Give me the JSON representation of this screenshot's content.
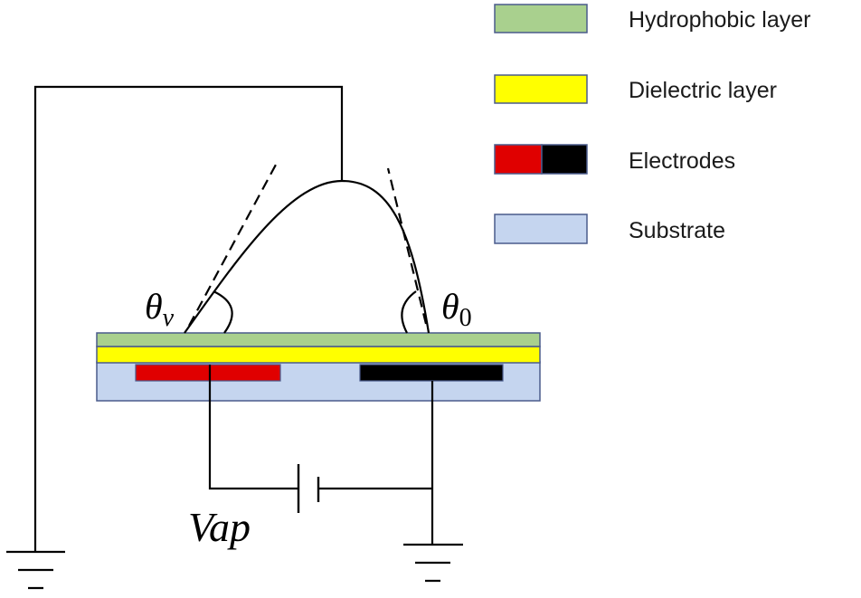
{
  "legend": {
    "items": [
      {
        "label": "Hydrophobic layer",
        "swatch": [
          "#a9d08e"
        ]
      },
      {
        "label": "Dielectric layer",
        "swatch": [
          "#ffff00"
        ]
      },
      {
        "label": "Electrodes",
        "swatch": [
          "#e00000",
          "#000000"
        ]
      },
      {
        "label": "Substrate",
        "swatch": [
          "#c5d5ef"
        ]
      }
    ]
  },
  "labels": {
    "theta_v_main": "θ",
    "theta_v_sub": "v",
    "theta_0_main": "θ",
    "theta_0_sub": "0",
    "voltage": "Vap"
  },
  "colors": {
    "hydrophobic": "#a9d08e",
    "dielectric": "#ffff00",
    "electrode_left": "#e00000",
    "electrode_right": "#000000",
    "substrate": "#c5d5ef",
    "outline": "#4a5b8c"
  }
}
